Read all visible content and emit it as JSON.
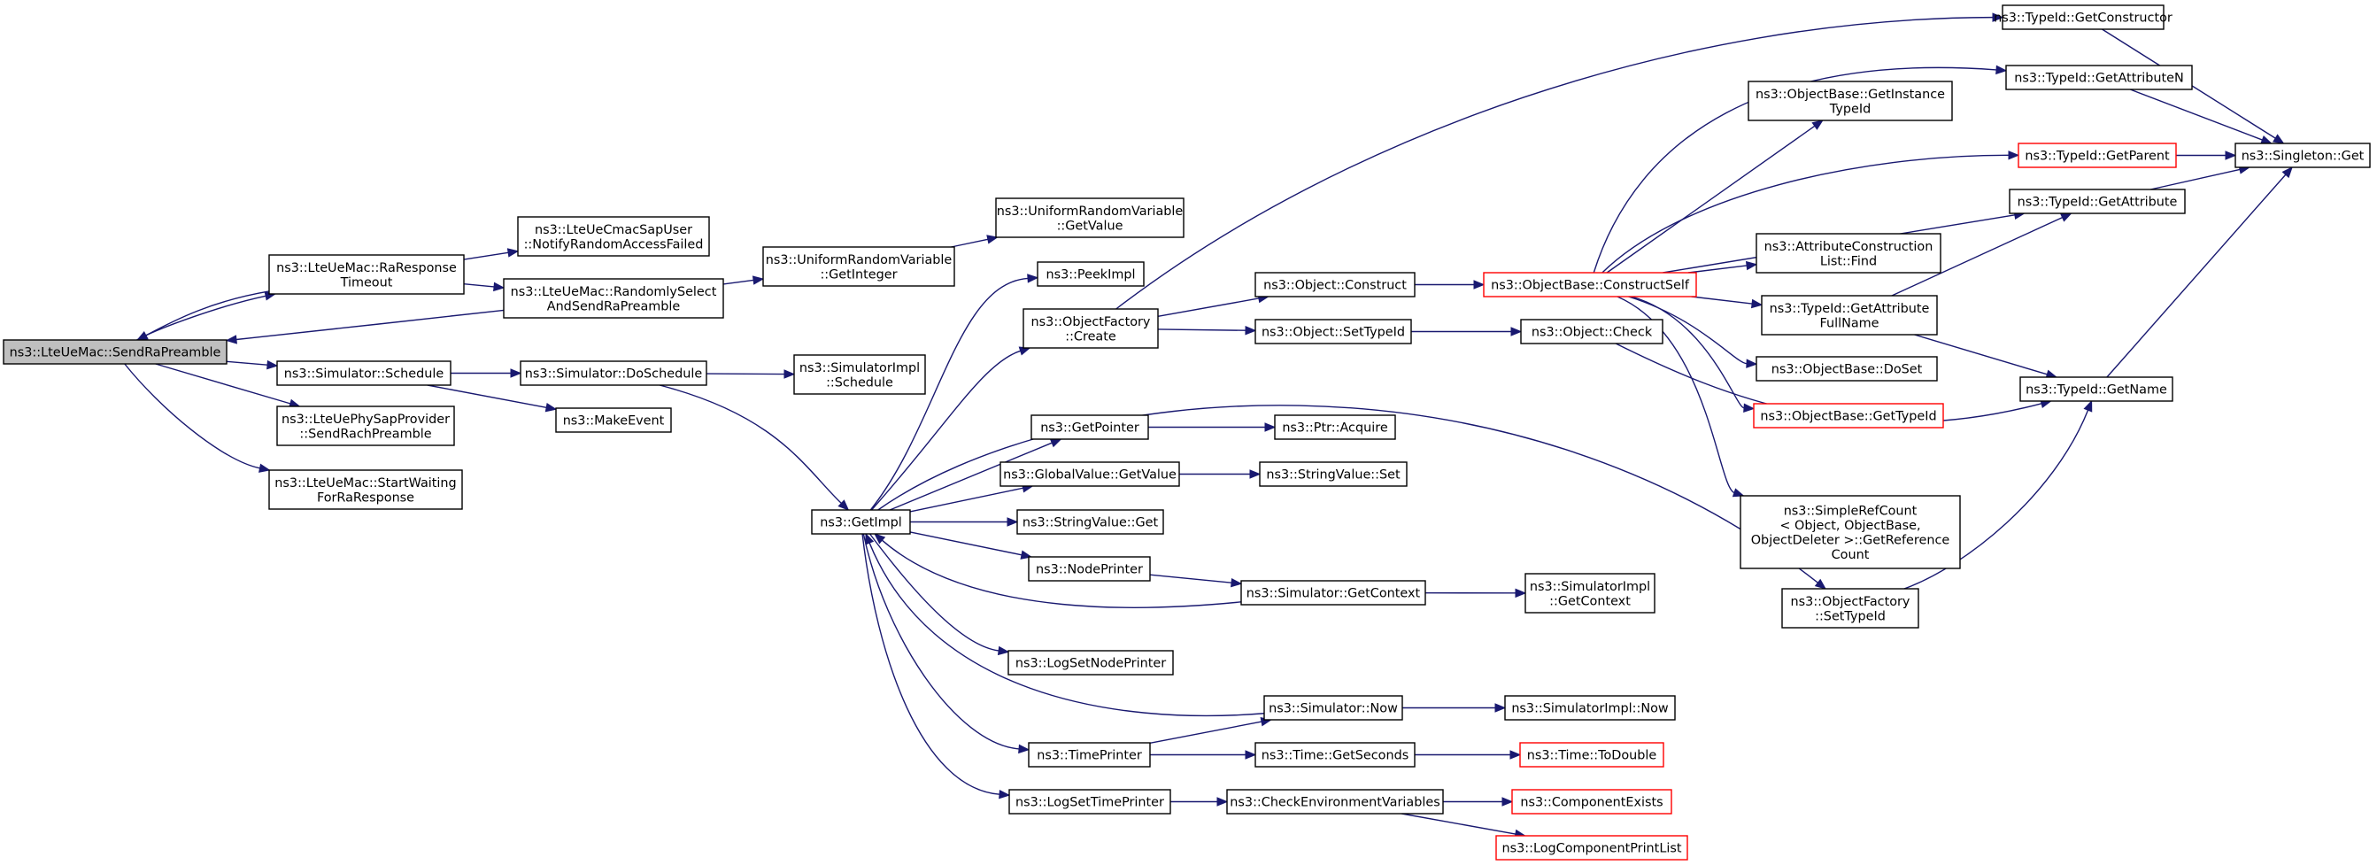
{
  "graph": {
    "type": "call-graph",
    "edge_color": "#191970",
    "node_border_color": "#000000",
    "highlight_border_color": "#ff0000",
    "root_fill": "#bfbfbf",
    "nodes": [
      {
        "id": "sendRa",
        "lines": [
          "ns3::LteUeMac::SendRaPreamble"
        ],
        "root": true
      },
      {
        "id": "raResp",
        "lines": [
          "ns3::LteUeMac::RaResponse",
          "Timeout"
        ]
      },
      {
        "id": "notifyRA",
        "lines": [
          "ns3::LteUeCmacSapUser",
          "::NotifyRandomAccessFailed"
        ]
      },
      {
        "id": "randSel",
        "lines": [
          "ns3::LteUeMac::RandomlySelect",
          "AndSendRaPreamble"
        ]
      },
      {
        "id": "urvInt",
        "lines": [
          "ns3::UniformRandomVariable",
          "::GetInteger"
        ]
      },
      {
        "id": "urvVal",
        "lines": [
          "ns3::UniformRandomVariable",
          "::GetValue"
        ]
      },
      {
        "id": "schedule",
        "lines": [
          "ns3::Simulator::Schedule"
        ]
      },
      {
        "id": "doSched",
        "lines": [
          "ns3::Simulator::DoSchedule"
        ]
      },
      {
        "id": "implSched",
        "lines": [
          "ns3::SimulatorImpl",
          "::Schedule"
        ]
      },
      {
        "id": "makeEvent",
        "lines": [
          "ns3::MakeEvent"
        ]
      },
      {
        "id": "sendRach",
        "lines": [
          "ns3::LteUePhySapProvider",
          "::SendRachPreamble"
        ]
      },
      {
        "id": "startWait",
        "lines": [
          "ns3::LteUeMac::StartWaiting",
          "ForRaResponse"
        ]
      },
      {
        "id": "getImpl",
        "lines": [
          "ns3::GetImpl"
        ]
      },
      {
        "id": "peekImpl",
        "lines": [
          "ns3::PeekImpl"
        ]
      },
      {
        "id": "ofCreate",
        "lines": [
          "ns3::ObjectFactory",
          "::Create"
        ]
      },
      {
        "id": "objConstruct",
        "lines": [
          "ns3::Object::Construct"
        ]
      },
      {
        "id": "objSetTypeId",
        "lines": [
          "ns3::Object::SetTypeId"
        ]
      },
      {
        "id": "constructSelf",
        "lines": [
          "ns3::ObjectBase::ConstructSelf"
        ],
        "red": true
      },
      {
        "id": "objCheck",
        "lines": [
          "ns3::Object::Check"
        ]
      },
      {
        "id": "getPointer",
        "lines": [
          "ns3::GetPointer"
        ]
      },
      {
        "id": "ptrAcquire",
        "lines": [
          "ns3::Ptr::Acquire"
        ]
      },
      {
        "id": "gvGetValue",
        "lines": [
          "ns3::GlobalValue::GetValue"
        ]
      },
      {
        "id": "svSet",
        "lines": [
          "ns3::StringValue::Set"
        ]
      },
      {
        "id": "svGet",
        "lines": [
          "ns3::StringValue::Get"
        ]
      },
      {
        "id": "nodePrinter",
        "lines": [
          "ns3::NodePrinter"
        ]
      },
      {
        "id": "simGetContext",
        "lines": [
          "ns3::Simulator::GetContext"
        ]
      },
      {
        "id": "implGetContext",
        "lines": [
          "ns3::SimulatorImpl",
          "::GetContext"
        ]
      },
      {
        "id": "logSetNode",
        "lines": [
          "ns3::LogSetNodePrinter"
        ]
      },
      {
        "id": "simNow",
        "lines": [
          "ns3::Simulator::Now"
        ]
      },
      {
        "id": "implNow",
        "lines": [
          "ns3::SimulatorImpl::Now"
        ]
      },
      {
        "id": "timePrinter",
        "lines": [
          "ns3::TimePrinter"
        ]
      },
      {
        "id": "getSeconds",
        "lines": [
          "ns3::Time::GetSeconds"
        ]
      },
      {
        "id": "toDouble",
        "lines": [
          "ns3::Time::ToDouble"
        ],
        "red": true
      },
      {
        "id": "logSetTime",
        "lines": [
          "ns3::LogSetTimePrinter"
        ]
      },
      {
        "id": "checkEnv",
        "lines": [
          "ns3::CheckEnvironmentVariables"
        ]
      },
      {
        "id": "compExists",
        "lines": [
          "ns3::ComponentExists"
        ],
        "red": true
      },
      {
        "id": "logCompList",
        "lines": [
          "ns3::LogComponentPrintList"
        ],
        "red": true
      },
      {
        "id": "getConstructor",
        "lines": [
          "ns3::TypeId::GetConstructor"
        ]
      },
      {
        "id": "getAttrN",
        "lines": [
          "ns3::TypeId::GetAttributeN"
        ]
      },
      {
        "id": "getInstTid",
        "lines": [
          "ns3::ObjectBase::GetInstance",
          "TypeId"
        ]
      },
      {
        "id": "getParent",
        "lines": [
          "ns3::TypeId::GetParent"
        ],
        "red": true
      },
      {
        "id": "singletonGet",
        "lines": [
          "ns3::Singleton::Get"
        ]
      },
      {
        "id": "getAttribute",
        "lines": [
          "ns3::TypeId::GetAttribute"
        ]
      },
      {
        "id": "attrConstrFind",
        "lines": [
          "ns3::AttributeConstruction",
          "List::Find"
        ]
      },
      {
        "id": "getAttrFull",
        "lines": [
          "ns3::TypeId::GetAttribute",
          "FullName"
        ]
      },
      {
        "id": "doSet",
        "lines": [
          "ns3::ObjectBase::DoSet"
        ]
      },
      {
        "id": "getTypeId",
        "lines": [
          "ns3::ObjectBase::GetTypeId"
        ],
        "red": true
      },
      {
        "id": "tidGetName",
        "lines": [
          "ns3::TypeId::GetName"
        ]
      },
      {
        "id": "simpleRef",
        "lines": [
          "ns3::SimpleRefCount",
          "< Object, ObjectBase,",
          "ObjectDeleter >::GetReference",
          "Count"
        ]
      },
      {
        "id": "ofSetTypeId",
        "lines": [
          "ns3::ObjectFactory",
          "::SetTypeId"
        ]
      }
    ]
  }
}
